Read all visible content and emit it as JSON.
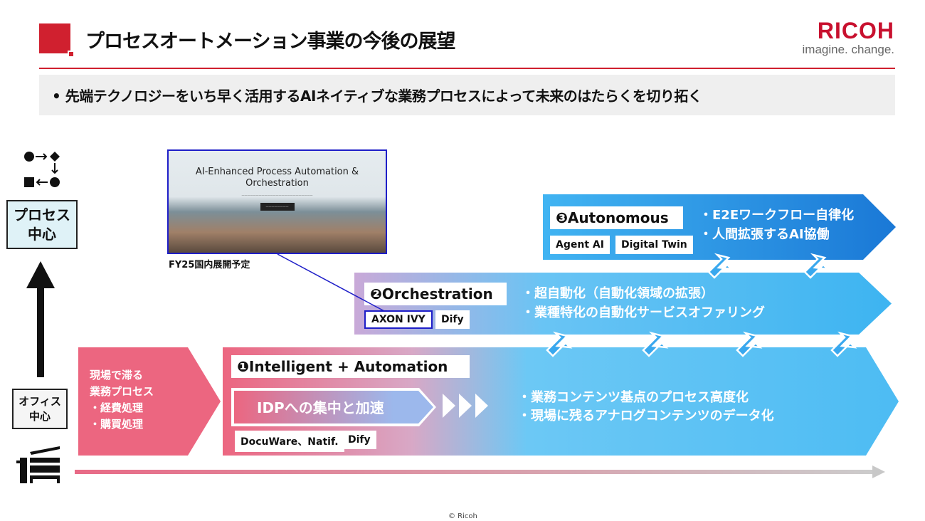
{
  "header": {
    "title": "プロセスオートメーション事業の今後の展望",
    "brand": "RICOH",
    "tagline": "imagine. change."
  },
  "bullet": "•  先端テクノロジーをいち早く活用するAIネイティブな業務プロセスによって未来のはたらくを切り拓く",
  "axis": {
    "top_label": "プロセス\n中心",
    "bottom_label": "オフィス\n中心"
  },
  "current": {
    "lines": [
      "現場で滞る",
      "業務プロセス",
      "・経費処理",
      "・購買処理"
    ]
  },
  "stage1": {
    "label": "❶Intelligent + Automation",
    "idp": "IDPへの集中と加速",
    "tags": [
      "DocuWare、Natif.",
      "Dify"
    ],
    "points": [
      "・業務コンテンツ基点のプロセス高度化",
      "・現場に残るアナログコンテンツのデータ化"
    ]
  },
  "stage2": {
    "label": "❷Orchestration",
    "tags": [
      "AXON IVY",
      "Dify"
    ],
    "points": [
      "・超自動化（自動化領域の拡張）",
      "・業種特化の自動化サービスオファリング"
    ]
  },
  "stage3": {
    "label": "❸Autonomous",
    "tags": [
      "Agent AI",
      "Digital Twin"
    ],
    "points": [
      "・E2Eワークフロー自律化",
      "・人間拡張するAI協働"
    ]
  },
  "screenshot": {
    "heading": "AI-Enhanced Process Automation & Orchestration",
    "caption": "FY25国内展開予定"
  },
  "footer": "© Ricoh",
  "colors": {
    "brand_red": "#d0202f",
    "pink": "#ec6680",
    "blue": "#3db4f1",
    "deep_blue": "#1a78d6"
  }
}
